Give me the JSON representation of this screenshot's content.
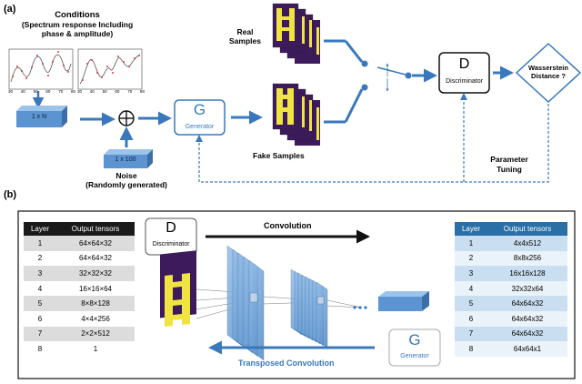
{
  "panel_a": {
    "tag": "(a)",
    "conditions_title": [
      "Conditions",
      "(Spectrum response Including",
      "phase & amplitude)"
    ],
    "plot_x_ticks": [
      "30",
      "40",
      "50",
      "60",
      "70",
      "80"
    ],
    "vector_label": "1 x N",
    "noise_vector_label": "1 x 100",
    "noise_label": [
      "Noise",
      "(Randomly generated)"
    ],
    "generator_letter": "G",
    "generator_label": "Generator",
    "real_samples_label": [
      "Real",
      "Samples"
    ],
    "fake_samples_label": "Fake Samples",
    "discriminator_letter": "D",
    "discriminator_label": "Discriminator",
    "wasserstein_label": [
      "Wasserstein",
      "Distance ?"
    ],
    "param_tuning_label": [
      "Parameter",
      "Tuning"
    ]
  },
  "panel_b": {
    "tag": "(b)",
    "discriminator_letter": "D",
    "discriminator_label": "Discriminator",
    "generator_letter": "G",
    "generator_label": "Generator",
    "convolution_label": "Convolution",
    "transposed_label": "Transposed Convolution",
    "left_table": {
      "headers": [
        "Layer",
        "Output tensors"
      ],
      "rows": [
        [
          "1",
          "64×64×32"
        ],
        [
          "2",
          "64×64×32"
        ],
        [
          "3",
          "32×32×32"
        ],
        [
          "4",
          "16×16×64"
        ],
        [
          "5",
          "8×8×128"
        ],
        [
          "6",
          "4×4×256"
        ],
        [
          "7",
          "2×2×512"
        ],
        [
          "8",
          "1"
        ]
      ]
    },
    "right_table": {
      "headers": [
        "Layer",
        "Output tensors"
      ],
      "rows": [
        [
          "1",
          "4x4x512"
        ],
        [
          "2",
          "8x8x256"
        ],
        [
          "3",
          "16x16x128"
        ],
        [
          "4",
          "32x32x64"
        ],
        [
          "5",
          "64x64x32"
        ],
        [
          "6",
          "64x64x32"
        ],
        [
          "7",
          "64x64x32"
        ],
        [
          "8",
          "64x64x1"
        ]
      ]
    }
  },
  "colors": {
    "accent_blue": "#3a78bd",
    "light_blue": "#6aa3d9",
    "sample_yellow": "#f0e442",
    "sample_purple": "#3c1a5b",
    "plot_line": "#555555",
    "plot_dots": "#d93a3a"
  }
}
